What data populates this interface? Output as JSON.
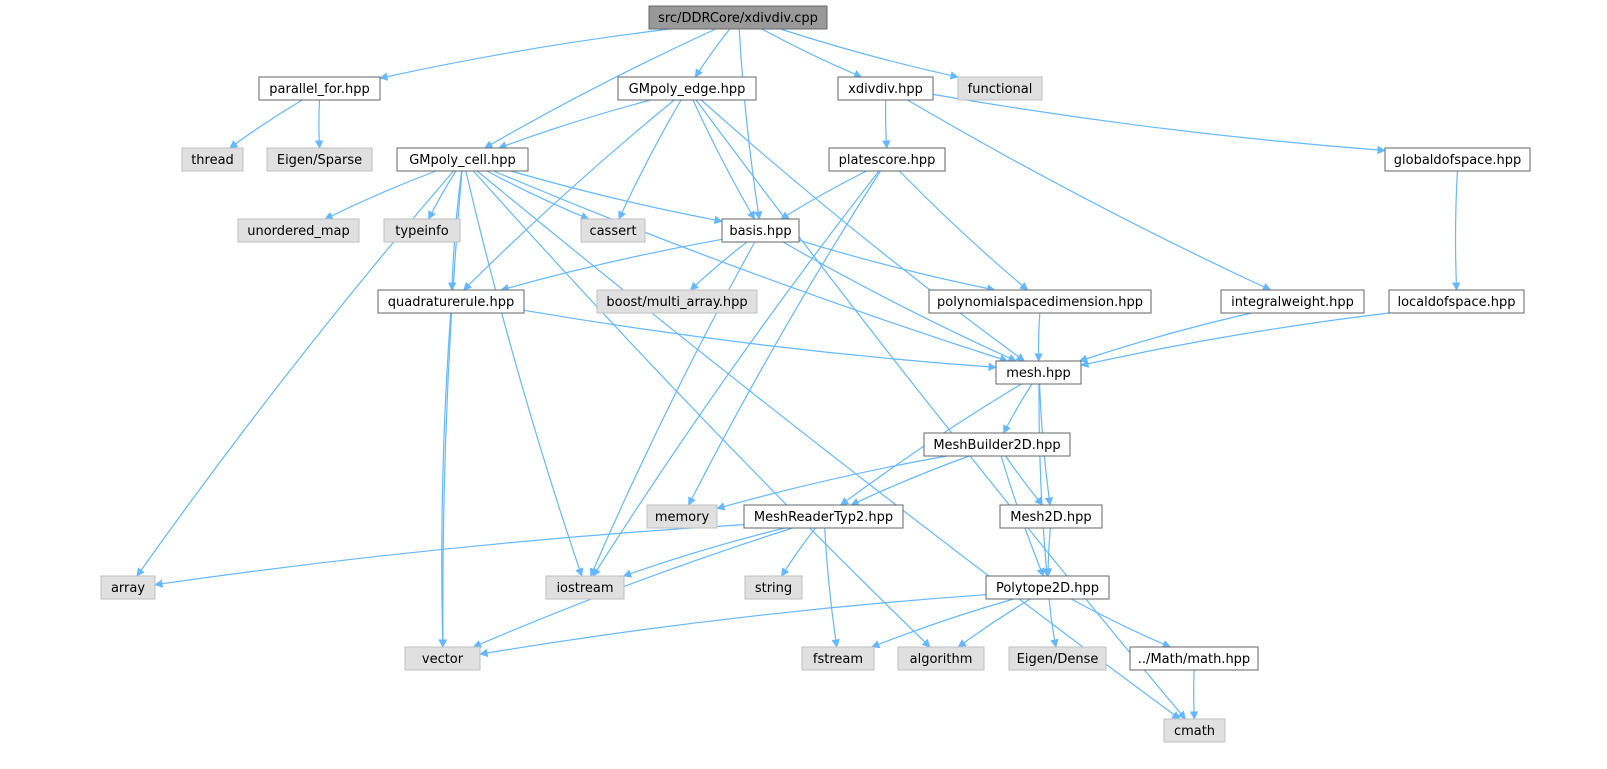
{
  "colors": {
    "edge": "#63b8ff",
    "focus_fill": "#999999",
    "local_fill": "#ffffff",
    "system_fill": "#e0e0e0",
    "border": "#666666"
  },
  "nodes": [
    {
      "id": "xdivdiv_cpp",
      "label": "src/DDRCore/xdivdiv.cpp",
      "kind": "focus"
    },
    {
      "id": "parallel_for",
      "label": "parallel_for.hpp",
      "kind": "local"
    },
    {
      "id": "gmpoly_edge",
      "label": "GMpoly_edge.hpp",
      "kind": "local"
    },
    {
      "id": "xdivdiv_hpp",
      "label": "xdivdiv.hpp",
      "kind": "local"
    },
    {
      "id": "functional",
      "label": "functional",
      "kind": "system"
    },
    {
      "id": "thread",
      "label": "thread",
      "kind": "system"
    },
    {
      "id": "eigen_sparse",
      "label": "Eigen/Sparse",
      "kind": "system"
    },
    {
      "id": "gmpoly_cell",
      "label": "GMpoly_cell.hpp",
      "kind": "local"
    },
    {
      "id": "platescore",
      "label": "platescore.hpp",
      "kind": "local"
    },
    {
      "id": "globaldofspace",
      "label": "globaldofspace.hpp",
      "kind": "local"
    },
    {
      "id": "unordered_map",
      "label": "unordered_map",
      "kind": "system"
    },
    {
      "id": "typeinfo",
      "label": "typeinfo",
      "kind": "system"
    },
    {
      "id": "cassert",
      "label": "cassert",
      "kind": "system"
    },
    {
      "id": "basis",
      "label": "basis.hpp",
      "kind": "local"
    },
    {
      "id": "quadraturerule",
      "label": "quadraturerule.hpp",
      "kind": "local"
    },
    {
      "id": "boost_multi_array",
      "label": "boost/multi_array.hpp",
      "kind": "system"
    },
    {
      "id": "polyspacedim",
      "label": "polynomialspacedimension.hpp",
      "kind": "local"
    },
    {
      "id": "integralweight",
      "label": "integralweight.hpp",
      "kind": "local"
    },
    {
      "id": "localdofspace",
      "label": "localdofspace.hpp",
      "kind": "local"
    },
    {
      "id": "mesh",
      "label": "mesh.hpp",
      "kind": "local"
    },
    {
      "id": "meshbuilder2d",
      "label": "MeshBuilder2D.hpp",
      "kind": "local"
    },
    {
      "id": "memory",
      "label": "memory",
      "kind": "system"
    },
    {
      "id": "meshreadertyp2",
      "label": "MeshReaderTyp2.hpp",
      "kind": "local"
    },
    {
      "id": "mesh2d",
      "label": "Mesh2D.hpp",
      "kind": "local"
    },
    {
      "id": "array",
      "label": "array",
      "kind": "system"
    },
    {
      "id": "iostream",
      "label": "iostream",
      "kind": "system"
    },
    {
      "id": "string",
      "label": "string",
      "kind": "system"
    },
    {
      "id": "polytope2d",
      "label": "Polytope2D.hpp",
      "kind": "local"
    },
    {
      "id": "vector",
      "label": "vector",
      "kind": "system"
    },
    {
      "id": "fstream",
      "label": "fstream",
      "kind": "system"
    },
    {
      "id": "algorithm",
      "label": "algorithm",
      "kind": "system"
    },
    {
      "id": "eigen_dense",
      "label": "Eigen/Dense",
      "kind": "system"
    },
    {
      "id": "math",
      "label": "../Math/math.hpp",
      "kind": "local"
    },
    {
      "id": "cmath",
      "label": "cmath",
      "kind": "system"
    }
  ],
  "edges": [
    {
      "from": "xdivdiv_cpp",
      "to": "parallel_for"
    },
    {
      "from": "xdivdiv_cpp",
      "to": "gmpoly_edge"
    },
    {
      "from": "xdivdiv_cpp",
      "to": "xdivdiv_hpp"
    },
    {
      "from": "xdivdiv_cpp",
      "to": "functional"
    },
    {
      "from": "xdivdiv_cpp",
      "to": "gmpoly_cell"
    },
    {
      "from": "xdivdiv_cpp",
      "to": "basis"
    },
    {
      "from": "parallel_for",
      "to": "thread"
    },
    {
      "from": "parallel_for",
      "to": "eigen_sparse"
    },
    {
      "from": "gmpoly_edge",
      "to": "gmpoly_cell"
    },
    {
      "from": "gmpoly_edge",
      "to": "cassert"
    },
    {
      "from": "gmpoly_edge",
      "to": "basis"
    },
    {
      "from": "gmpoly_edge",
      "to": "quadraturerule"
    },
    {
      "from": "gmpoly_edge",
      "to": "mesh"
    },
    {
      "from": "gmpoly_edge",
      "to": "cmath"
    },
    {
      "from": "xdivdiv_hpp",
      "to": "platescore"
    },
    {
      "from": "xdivdiv_hpp",
      "to": "globaldofspace"
    },
    {
      "from": "xdivdiv_hpp",
      "to": "integralweight"
    },
    {
      "from": "gmpoly_cell",
      "to": "unordered_map"
    },
    {
      "from": "gmpoly_cell",
      "to": "typeinfo"
    },
    {
      "from": "gmpoly_cell",
      "to": "cassert"
    },
    {
      "from": "gmpoly_cell",
      "to": "basis"
    },
    {
      "from": "gmpoly_cell",
      "to": "quadraturerule"
    },
    {
      "from": "gmpoly_cell",
      "to": "mesh"
    },
    {
      "from": "gmpoly_cell",
      "to": "array"
    },
    {
      "from": "gmpoly_cell",
      "to": "iostream"
    },
    {
      "from": "gmpoly_cell",
      "to": "vector"
    },
    {
      "from": "gmpoly_cell",
      "to": "algorithm"
    },
    {
      "from": "gmpoly_cell",
      "to": "cmath"
    },
    {
      "from": "platescore",
      "to": "basis"
    },
    {
      "from": "platescore",
      "to": "polyspacedim"
    },
    {
      "from": "platescore",
      "to": "memory"
    },
    {
      "from": "platescore",
      "to": "iostream"
    },
    {
      "from": "globaldofspace",
      "to": "localdofspace"
    },
    {
      "from": "basis",
      "to": "quadraturerule"
    },
    {
      "from": "basis",
      "to": "boost_multi_array"
    },
    {
      "from": "basis",
      "to": "polyspacedim"
    },
    {
      "from": "basis",
      "to": "mesh"
    },
    {
      "from": "basis",
      "to": "iostream"
    },
    {
      "from": "quadraturerule",
      "to": "mesh"
    },
    {
      "from": "quadraturerule",
      "to": "vector"
    },
    {
      "from": "polyspacedim",
      "to": "mesh"
    },
    {
      "from": "integralweight",
      "to": "mesh"
    },
    {
      "from": "localdofspace",
      "to": "mesh"
    },
    {
      "from": "mesh",
      "to": "meshbuilder2d"
    },
    {
      "from": "mesh",
      "to": "meshreadertyp2"
    },
    {
      "from": "mesh",
      "to": "mesh2d"
    },
    {
      "from": "mesh",
      "to": "polytope2d"
    },
    {
      "from": "meshbuilder2d",
      "to": "memory"
    },
    {
      "from": "meshbuilder2d",
      "to": "meshreadertyp2"
    },
    {
      "from": "meshbuilder2d",
      "to": "mesh2d"
    },
    {
      "from": "meshbuilder2d",
      "to": "polytope2d"
    },
    {
      "from": "mesh2d",
      "to": "polytope2d"
    },
    {
      "from": "meshreadertyp2",
      "to": "array"
    },
    {
      "from": "meshreadertyp2",
      "to": "iostream"
    },
    {
      "from": "meshreadertyp2",
      "to": "string"
    },
    {
      "from": "meshreadertyp2",
      "to": "vector"
    },
    {
      "from": "meshreadertyp2",
      "to": "fstream"
    },
    {
      "from": "polytope2d",
      "to": "vector"
    },
    {
      "from": "polytope2d",
      "to": "fstream"
    },
    {
      "from": "polytope2d",
      "to": "algorithm"
    },
    {
      "from": "polytope2d",
      "to": "eigen_dense"
    },
    {
      "from": "polytope2d",
      "to": "math"
    },
    {
      "from": "math",
      "to": "cmath"
    }
  ]
}
